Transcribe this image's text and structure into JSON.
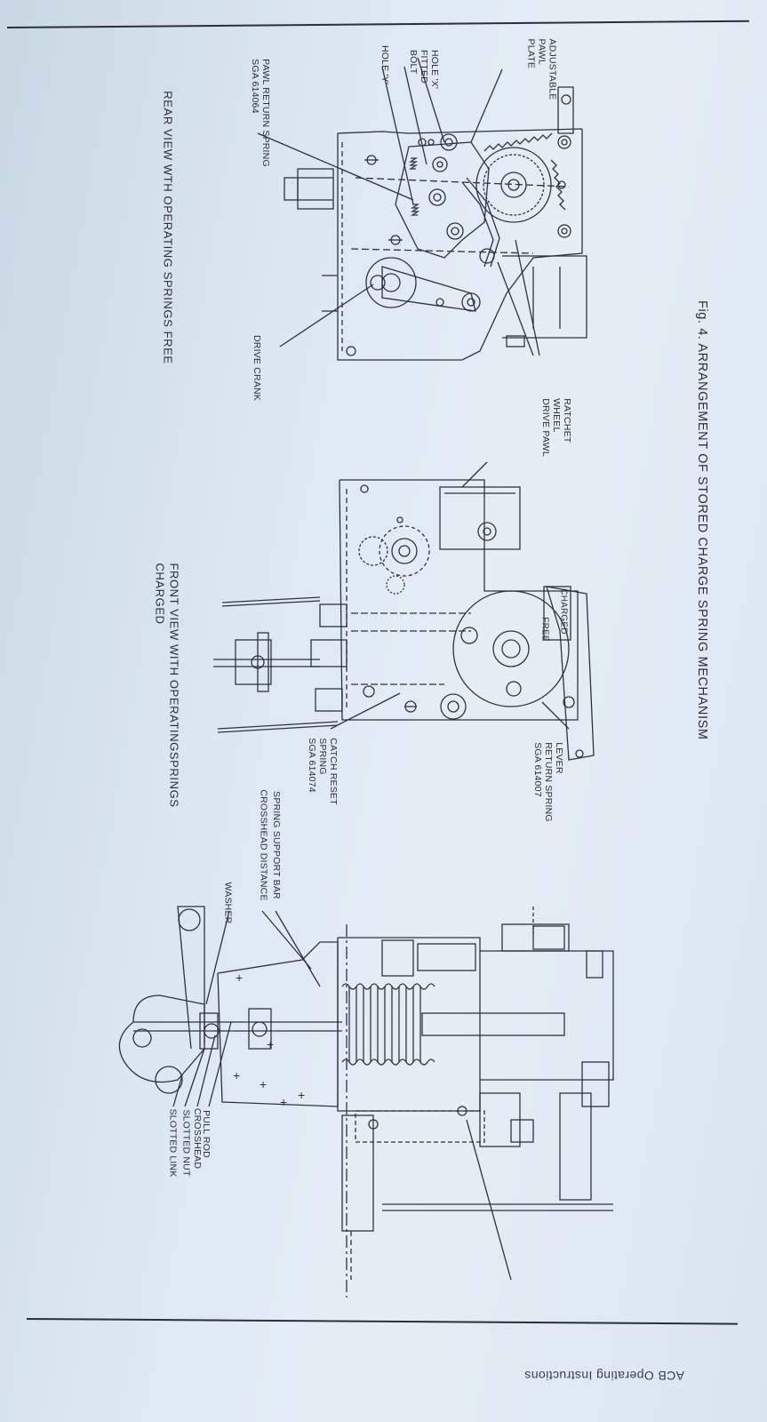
{
  "figure": {
    "caption": "Fig. 4. ARRANGEMENT OF STORED CHARGE SPRING MECHANISM"
  },
  "views": {
    "rear": {
      "caption": "REAR VIEW WTH OPERATING SPRINGS FREE",
      "labels": {
        "adjustable_pawl_plate": [
          "ADJUSTABLE",
          "PAWL",
          "PLATE"
        ],
        "hole_x_fitted_bolt": [
          "HOLE 'X'",
          "FITTED",
          "BOLT"
        ],
        "hole_y": "HOLE 'Y'",
        "pawl_return_spring": [
          "PAWL RETURN SPRING",
          "SGA 614064"
        ],
        "ratchet_wheel_drive_pawl": [
          "RATCHET",
          "WHEEL",
          "DRIVE PAWL"
        ],
        "drive_crank": "DRIVE CRANK"
      }
    },
    "front": {
      "caption": [
        "FRONT VIEW WITH OPERATINGSPRINGS",
        "CHARGED"
      ],
      "labels": {
        "charged": "CHARGED",
        "free": "FREE",
        "lever_return_spring": [
          "LEVER",
          "RETURN SPRING",
          "SGA 614007"
        ],
        "catch_reset_spring": [
          "CATCH RESET",
          "SPRING",
          "SGA 614074"
        ]
      }
    },
    "side": {
      "labels": {
        "spring_support_bar": "SPRING SUPPORT BAR",
        "crosshead_distance": "CROSSHEAD DISTANCE",
        "washer": "WASHER",
        "pull_rod": "PULL ROD",
        "crosshead": "CROSSHEAD",
        "slotted_nut": "SLOTTED NUT",
        "slotted_link": "SLOTTED LINK"
      }
    }
  },
  "footer": {
    "text": "ACB Operating Instructions"
  }
}
